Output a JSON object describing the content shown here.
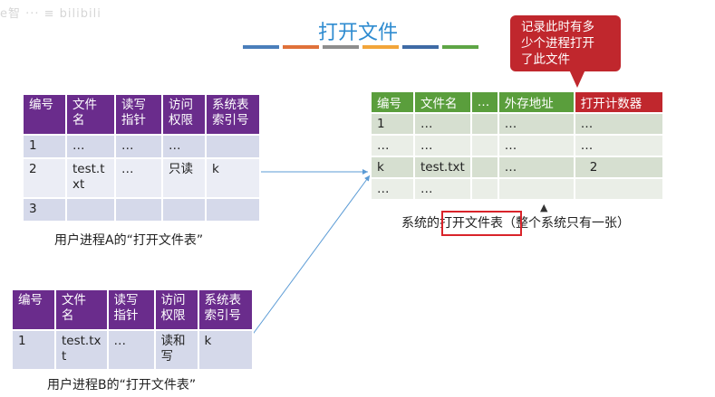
{
  "watermark": "e智 ··· ≡ bilibili",
  "title": "打开文件",
  "title_stripe_colors": [
    "#4a7ebb",
    "#e0713a",
    "#8e8e8e",
    "#f2a53a",
    "#3e6aa5",
    "#5ea545"
  ],
  "callout": {
    "text": "记录此时有多少个进程打开了此文件",
    "line1": "记录此时有多",
    "line2": "少个进程打开",
    "line3": "了此文件"
  },
  "process_a": {
    "caption": "用户进程A的“打开文件表”",
    "headers": [
      [
        "编号"
      ],
      [
        "文件",
        "名"
      ],
      [
        "读写",
        "指针"
      ],
      [
        "访问",
        "权限"
      ],
      [
        "系统表",
        "索引号"
      ]
    ],
    "rows": [
      [
        [
          "1"
        ],
        [
          "…"
        ],
        [
          "…"
        ],
        [
          "…"
        ],
        [
          ""
        ]
      ],
      [
        [
          "2"
        ],
        [
          "test.t",
          "xt"
        ],
        [
          "…"
        ],
        [
          "只读"
        ],
        [
          "k"
        ]
      ],
      [
        [
          "3"
        ],
        [
          ""
        ],
        [
          ""
        ],
        [
          ""
        ],
        [
          ""
        ]
      ]
    ]
  },
  "process_b": {
    "caption": "用户进程B的“打开文件表”",
    "headers": [
      [
        "编号"
      ],
      [
        "文件",
        "名"
      ],
      [
        "读写",
        "指针"
      ],
      [
        "访问",
        "权限"
      ],
      [
        "系统表",
        "索引号"
      ]
    ],
    "rows": [
      [
        [
          "1"
        ],
        [
          "test.tx",
          "t"
        ],
        [
          "…"
        ],
        [
          "读和",
          "写"
        ],
        [
          "k"
        ]
      ]
    ]
  },
  "system_table": {
    "caption_pre": "系统的",
    "caption_boxed": "打开文件表",
    "caption_post": "（整个系统只有一张）",
    "headers": [
      "编号",
      "文件名",
      "…",
      "外存地址",
      "打开计数器"
    ],
    "rows": [
      [
        "1",
        "…",
        "",
        "…",
        "…"
      ],
      [
        "…",
        "…",
        "",
        "…",
        "…"
      ],
      [
        "k",
        "test.txt",
        "",
        "…",
        "2"
      ],
      [
        "…",
        "…",
        "",
        "",
        ""
      ]
    ]
  },
  "colors": {
    "title": "#2e8bd0",
    "process_header": "#6a2c8c",
    "system_header": "#5a9e3c",
    "counter_header": "#c0272d",
    "callout": "#c0272d",
    "arrow": "#5b9bd5"
  }
}
